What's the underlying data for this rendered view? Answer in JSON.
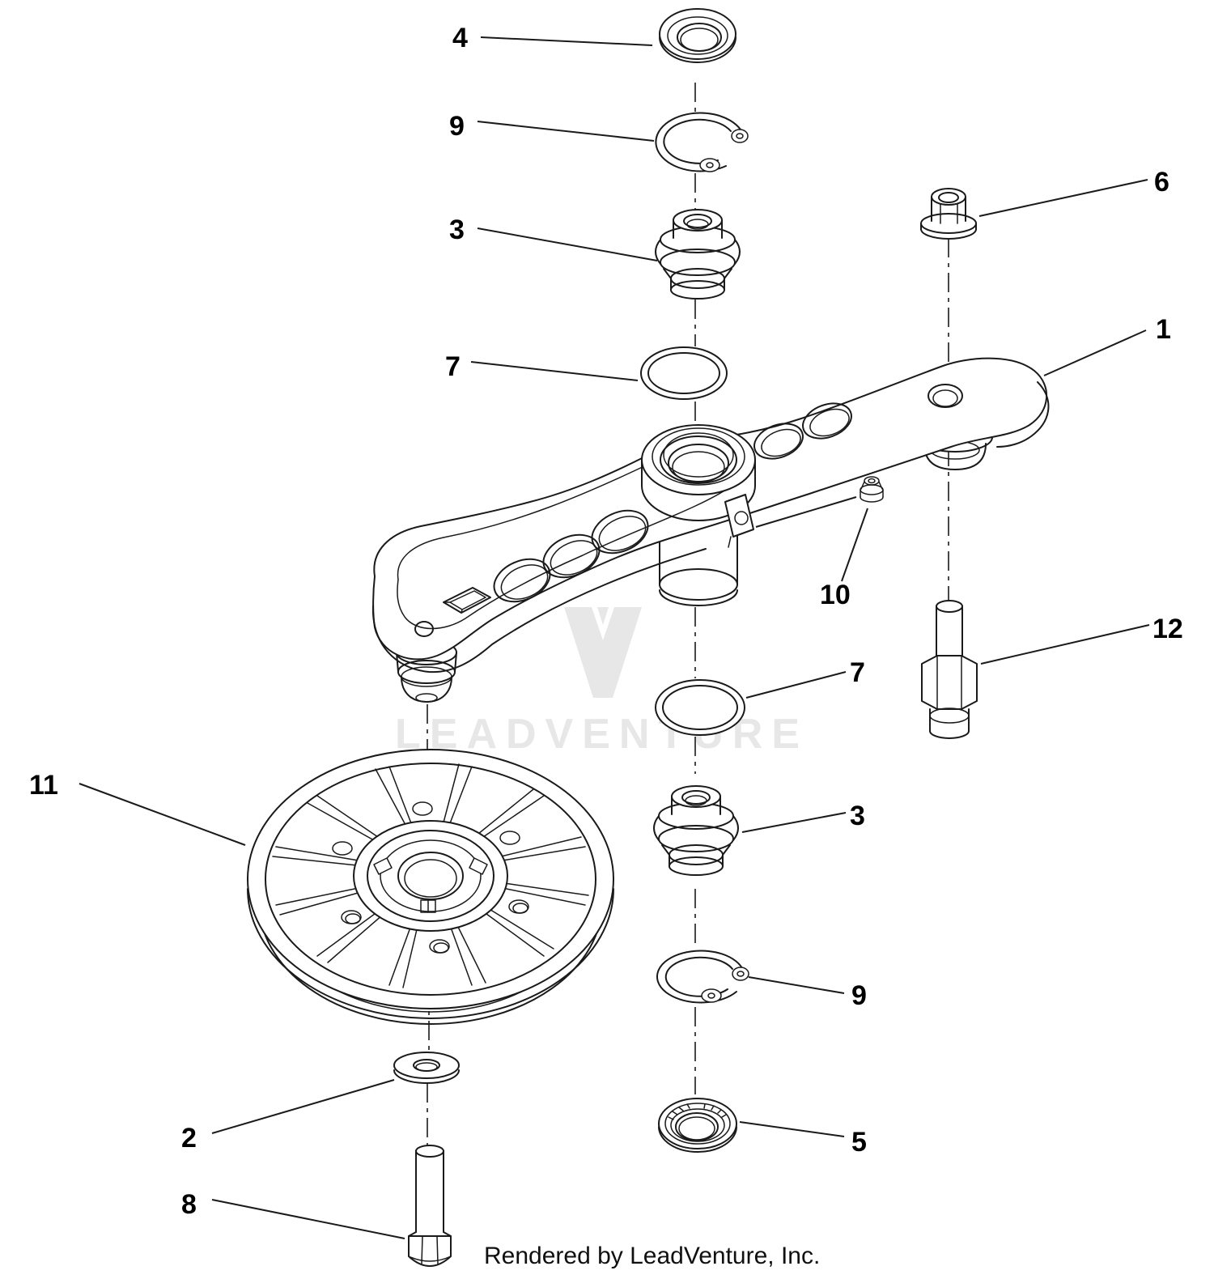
{
  "figure": {
    "type": "exploded-parts-diagram",
    "description": "Idler arm and flat idler pulley exploded assembly drawing"
  },
  "colors": {
    "background": "#ffffff",
    "line": "#1a1a1a",
    "watermark": "#e7e7e7",
    "callout": "#000000"
  },
  "callouts": [
    {
      "id": "callout-4-top",
      "label": "4"
    },
    {
      "id": "callout-9-top",
      "label": "9"
    },
    {
      "id": "callout-3-top",
      "label": "3"
    },
    {
      "id": "callout-6",
      "label": "6"
    },
    {
      "id": "callout-1",
      "label": "1"
    },
    {
      "id": "callout-7-top",
      "label": "7"
    },
    {
      "id": "callout-10",
      "label": "10"
    },
    {
      "id": "callout-12",
      "label": "12"
    },
    {
      "id": "callout-7-right",
      "label": "7"
    },
    {
      "id": "callout-11",
      "label": "11"
    },
    {
      "id": "callout-3-right",
      "label": "3"
    },
    {
      "id": "callout-9-bottom",
      "label": "9"
    },
    {
      "id": "callout-2",
      "label": "2"
    },
    {
      "id": "callout-5",
      "label": "5"
    },
    {
      "id": "callout-8",
      "label": "8"
    }
  ],
  "watermark": {
    "text": "LEADVENTURE"
  },
  "footer": {
    "credit": "Rendered by LeadVenture, Inc."
  }
}
